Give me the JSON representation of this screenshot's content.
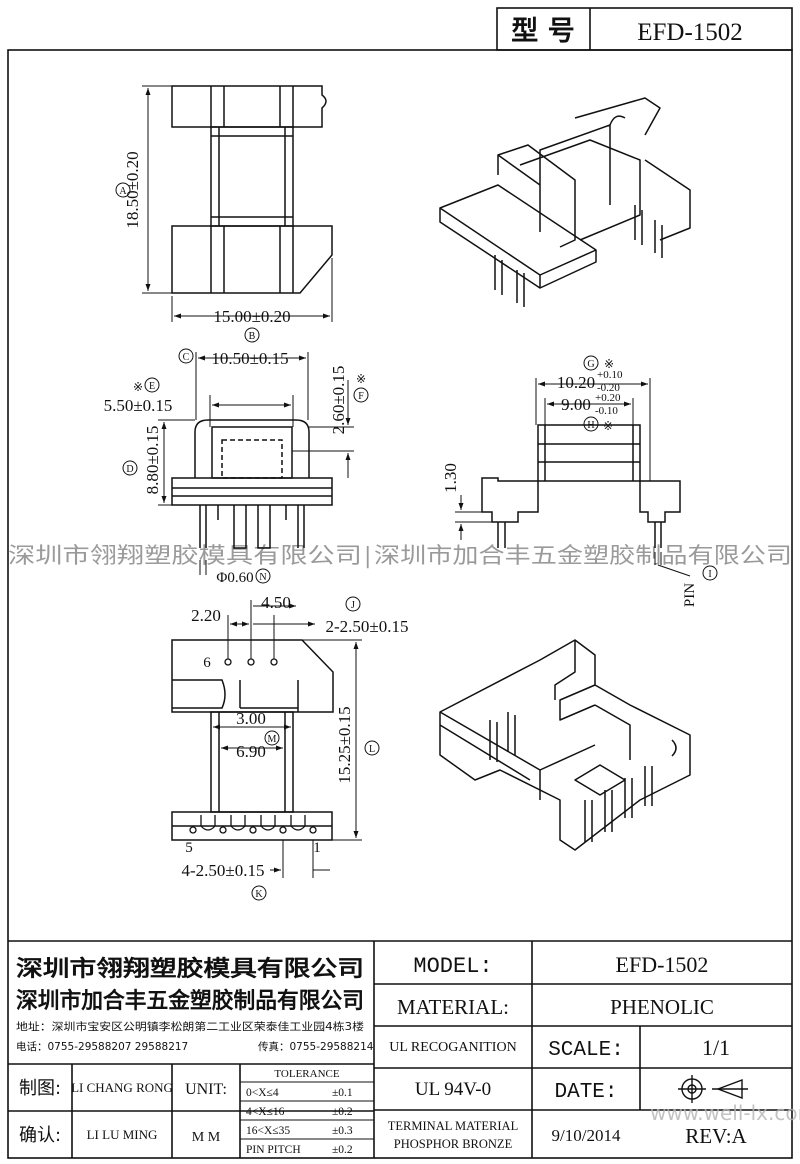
{
  "header": {
    "model_label": "型 号",
    "model_value": "EFD-1502"
  },
  "dims": {
    "A": "18.50±0.20",
    "B": "15.00±0.20",
    "C": "10.50±0.15",
    "D": "8.80±0.15",
    "E": "5.50±0.15",
    "F": "2.60±0.15",
    "G_base": "10.20",
    "G_tol_up": "+0.10",
    "G_tol_dn": "-0.20",
    "H_base": "9.00",
    "H_tol_up": "+0.20",
    "H_tol_dn": "-0.10",
    "I_height": "1.30",
    "pin_dia": "Φ0.60",
    "pitch_220": "2.20",
    "pitch_450": "4.50",
    "J": "2-2.50±0.15",
    "L": "15.25±0.15",
    "M1": "3.00",
    "M2": "6.90",
    "K": "4-2.50±0.15",
    "pin_label": "PIN",
    "pin6": "6",
    "pin5": "5",
    "pin1": "1",
    "star": "※"
  },
  "circles": {
    "A": "A",
    "B": "B",
    "C": "C",
    "D": "D",
    "E": "E",
    "F": "F",
    "G": "G",
    "H": "H",
    "I": "I",
    "J": "J",
    "K": "K",
    "L": "L",
    "M": "M",
    "N": "N"
  },
  "watermark": {
    "left": "深圳市翎翔塑胶模具有限公司",
    "sep": "|",
    "right": "深圳市加合丰五金塑胶制品有限公司"
  },
  "title_block": {
    "company1": "深圳市翎翔塑胶模具有限公司",
    "company2": "深圳市加合丰五金塑胶制品有限公司",
    "address": "地址：深圳市宝安区公明镇李松朗第二工业区荣泰佳工业园4栋3楼",
    "tel": "电话：0755-29588207  29588217",
    "fax": "传真：0755-29588214",
    "model_label": "MODEL:",
    "model_value": "EFD-1502",
    "material_label": "MATERIAL:",
    "material_value": "PHENOLIC",
    "ul_label": "UL RECOGANITION",
    "ul_value": "UL 94V-0",
    "scale_label": "SCALE:",
    "scale_value": "1/1",
    "date_label": "DATE:",
    "date_value": "9/10/2014",
    "terminal_line1": "TERMINAL MATERIAL",
    "terminal_line2": "PHOSPHOR  BRONZE",
    "rev_label": "REV:A",
    "drawn_label": "制图:",
    "drawn_name": "LI CHANG RONG",
    "check_label": "确认:",
    "check_name": "LI LU MING",
    "unit_label": "UNIT:",
    "unit_value": "M M",
    "tolerance_title": "TOLERANCE",
    "tol_rows": [
      {
        "range": "0<X≤4",
        "tol": "±0.1"
      },
      {
        "range": "4<X≤16",
        "tol": "±0.2"
      },
      {
        "range": "16<X≤35",
        "tol": "±0.3"
      },
      {
        "range": "PIN PITCH",
        "tol": "±0.2"
      }
    ],
    "website": "www.well-lx.com"
  }
}
